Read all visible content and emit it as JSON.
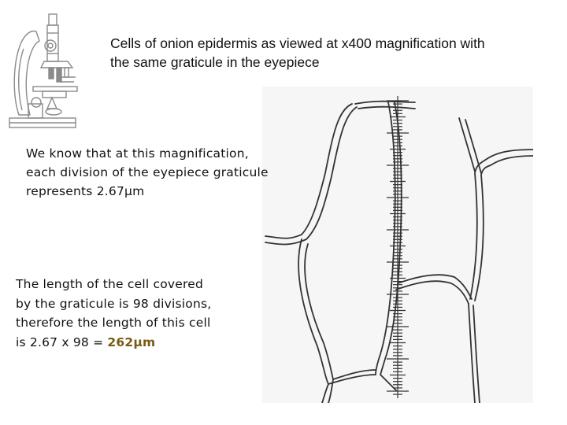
{
  "title": "Cells of onion epidermis as viewed at x400 magnification with\nthe same graticule in the eyepiece",
  "paragraph1": "We know that at this magnification,\neach division of the eyepiece graticule\nrepresents 2.67µm",
  "paragraph2_prefix": "The length of the cell covered\nby the graticule is 98 divisions,\ntherefore the length of this cell\nis 2.67 x 98 = ",
  "paragraph2_result": "262µm",
  "colors": {
    "result": "#7a5a12",
    "text": "#111111",
    "figure_background": "#f6f6f6",
    "cell_wall": "#333333"
  },
  "icons": [
    "microscope-icon"
  ]
}
